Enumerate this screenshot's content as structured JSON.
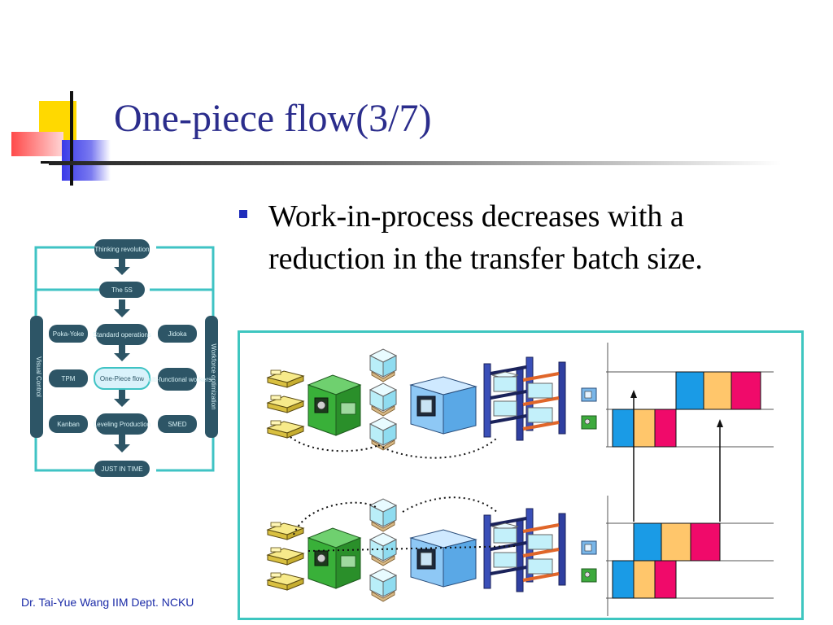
{
  "slide": {
    "title": "One-piece flow(3/7)",
    "bullet": "Work-in-process decreases with a reduction in the transfer batch size.",
    "footer": "Dr. Tai-Yue Wang IIM Dept. NCKU"
  },
  "house_diagram": {
    "top": "Thinking revolution",
    "step1": "The 5S",
    "step2": "Standard operations",
    "step3": "One-Piece flow",
    "step4": "Leveling Production",
    "bottom": "JUST IN TIME",
    "left_items": [
      "Poka-Yoke",
      "TPM",
      "Kanban"
    ],
    "right_items": [
      "Jidoka",
      "Multi-functional workers",
      "SMED"
    ],
    "left_pillar": "Visual Control",
    "right_pillar": "Workforce optimization"
  },
  "colors": {
    "title": "#2b2d8c",
    "accent_frame": "#3ec6c0",
    "block_blue": "#1a9be6",
    "block_yellow": "#ffc66b",
    "block_pink": "#f00a6a",
    "footer": "#1c2ca8"
  }
}
